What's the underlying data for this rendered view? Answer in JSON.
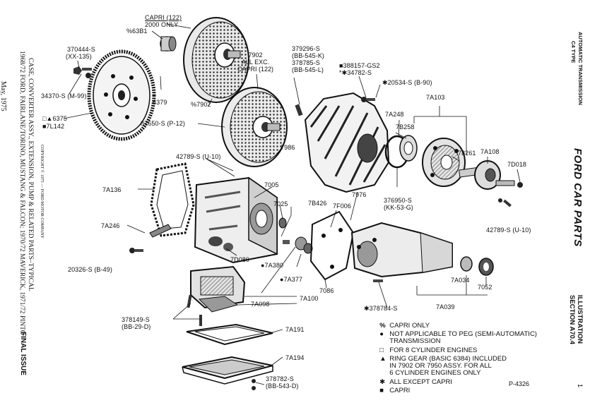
{
  "left_margin": {
    "date": "May, 1975",
    "title_line1": "1968/72 FORD, FAIRLANE/TORINO, MUSTANG & FALCON; 1970/72 MAVERICK, 1971/72 PINTO",
    "title_line2": "CASE, CONVERTER ASSY., EXTENSION, PUMP & RELATED PARTS–TYPICAL",
    "copyright": "COPYRIGHT © 1975 — FORD MOTOR COMPANY",
    "issue": "FINAL ISSUE"
  },
  "right_margin": {
    "heading_line1": "AUTOMATIC TRANSMISSION",
    "heading_line2": "C4 TYPE",
    "brand": "FORD CAR PARTS",
    "illustration": "ILLUSTRATION",
    "section": "SECTION A70.4",
    "page_no": "1"
  },
  "callouts": {
    "c370444": "370444-S",
    "c370444b": "(XX-135)",
    "c34370": "34370-S (M-99)",
    "c6375": "□▲6375",
    "c7L142": "■7L142",
    "capri122": "CAPRI (122)",
    "capri2000": "2000 ONLY",
    "c63B1": "%63B1",
    "c6379": "6379",
    "c7902pct": "%7902",
    "c7902": "7902\nALL EXC.\nCAPRI (122)",
    "c87650": "87650-S (P-12)",
    "c42789a": "42789-S (U-10)",
    "c7986": "7986",
    "c379296": "379296-S\n(BB-545-K)\n378785-S\n(BB-545-L)",
    "c388157": "■388157-GS2",
    "c34782": "*✱34782-S",
    "c20534": "✱20534-S (B-90)",
    "c7A103": "7A103",
    "c7A248": "7A248",
    "c7B258": "7B258",
    "c78261": "78261",
    "c7A108": "7A108",
    "c7D018": "7D018",
    "c7A136": "7A136",
    "c7005": "7005",
    "c7025": "7025",
    "c7B426": "7B426",
    "c7F006": "7F006",
    "c7976": "7976",
    "c376950": "376950-S\n(KK-53-G)",
    "c42789b": "42789-S (U-10)",
    "c7A246": "7A246",
    "c7D080": "7D080",
    "c7A380": "●7A380",
    "c7A377": "●7A377",
    "c20326": "20326-S (B-49)",
    "c7086": "7086",
    "c7A100": "7A100",
    "c378784": "✱378784-S",
    "c7A034": "7A034",
    "c7052": "7052",
    "c7A039": "7A039",
    "c378149": "378149-S\n(BB-29-D)",
    "c7A098": "7A098",
    "c7A191": "7A191",
    "c7A194": "7A194",
    "c378782": "378782-S\n(BB-543-D)",
    "p4326": "P-4326"
  },
  "legend": [
    {
      "symbol": "%",
      "text": "CAPRI ONLY"
    },
    {
      "symbol": "●",
      "text": "NOT APPLICABLE TO PEG (SEMI-AUTOMATIC)\nTRANSMISSION"
    },
    {
      "symbol": "□",
      "text": "FOR 8 CYLINDER ENGINES"
    },
    {
      "symbol": "▲",
      "text": "RING GEAR (BASIC 6384) INCLUDED\nIN 7902 OR 7950 ASSY. FOR ALL\n6 CYLINDER ENGINES ONLY"
    },
    {
      "symbol": "✱",
      "text": "ALL EXCEPT CAPRI"
    },
    {
      "symbol": "■",
      "text": "CAPRI"
    }
  ]
}
